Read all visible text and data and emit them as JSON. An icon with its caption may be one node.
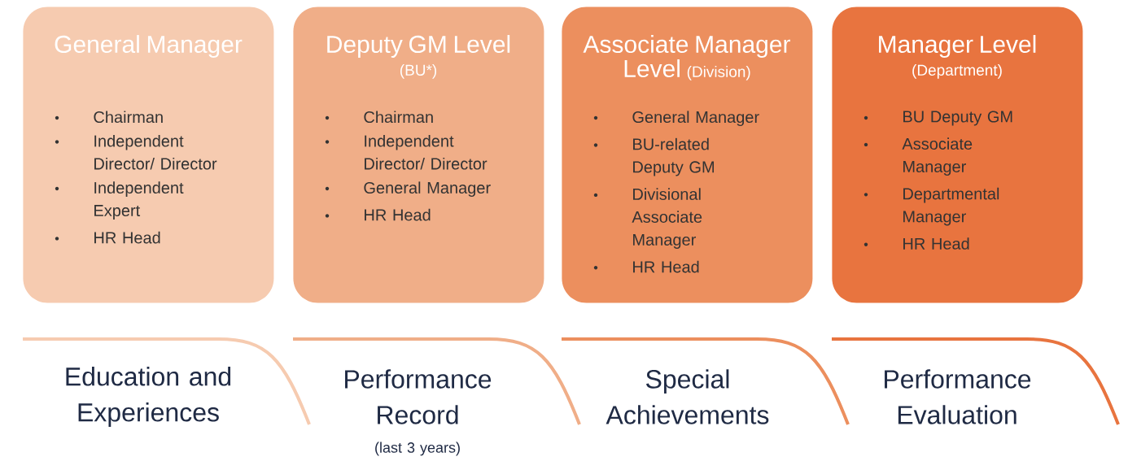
{
  "diagram": {
    "nodes": [
      {
        "text": [
          "General Manager",
          "Chairman",
          "Independent Director/ Director",
          "Independent Expert",
          "HR Head"
        ]
      },
      {
        "text": [
          "Deputy GM Level",
          "(BU*)",
          "Chairman",
          "Independent Director/ Director",
          "General Manager",
          "HR Head"
        ]
      },
      {
        "text": [
          "Associate Manager Level",
          "(Division)",
          "General Manager",
          "BU-related Deputy GM",
          "Divisional Associate Manager",
          "HR Head"
        ]
      },
      {
        "text": [
          "Manager Level",
          "(Department)",
          "BU Deputy GM",
          "Associate Manager",
          "Departmental Manager",
          "HR Head"
        ]
      }
    ],
    "labels": [
      "Education and Experiences",
      "Performance Record",
      "(last 3 years)",
      "Special Achievements",
      "Performance Evaluation"
    ]
  }
}
